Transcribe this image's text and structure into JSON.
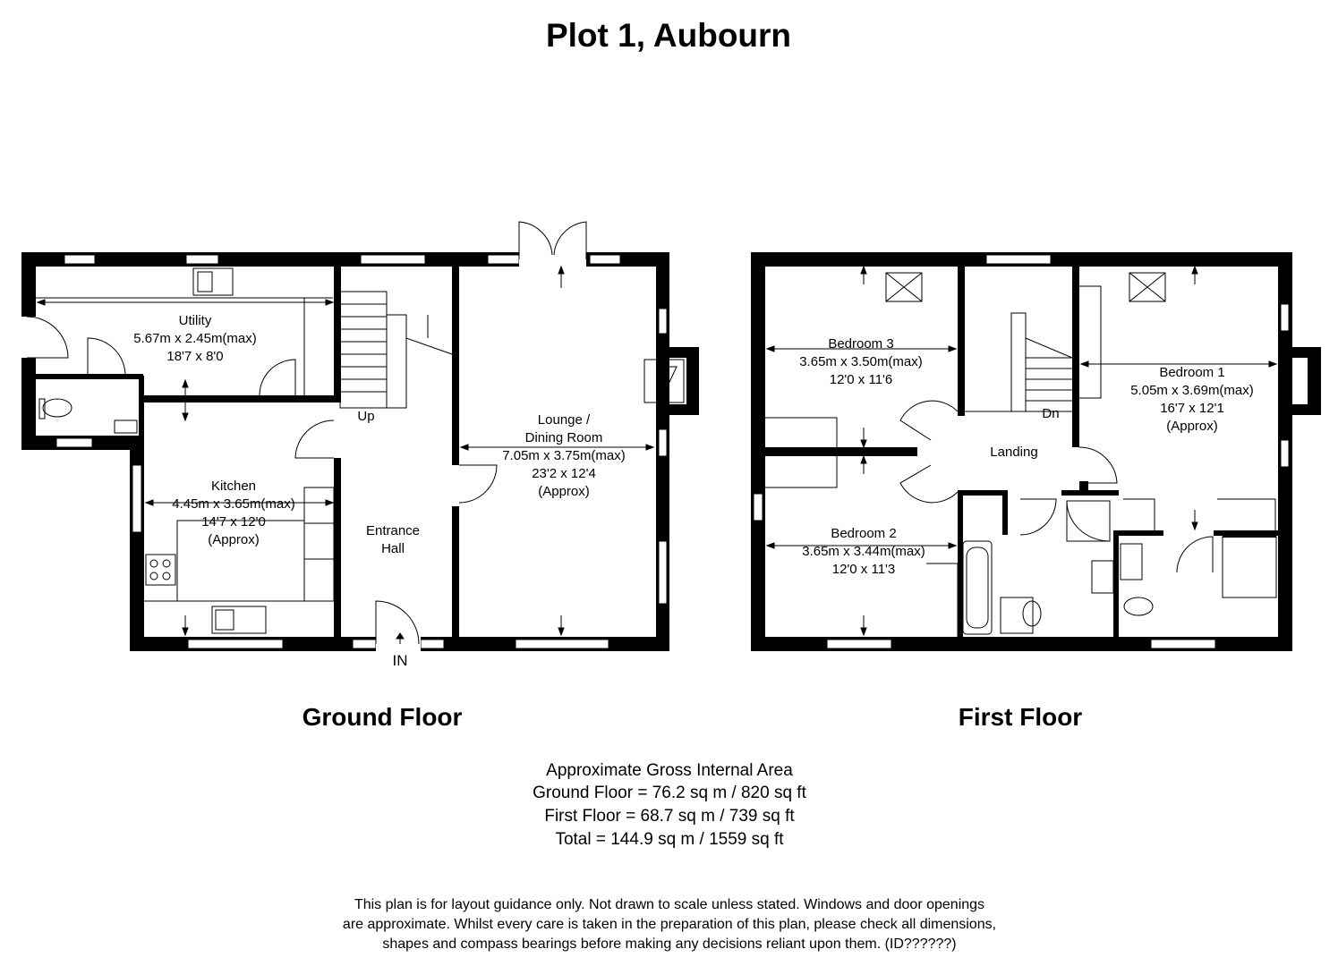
{
  "title": "Plot 1, Aubourn",
  "ground_floor": {
    "label": "Ground Floor",
    "entrance_marker": "IN",
    "stairs_label": "Up",
    "rooms": {
      "utility": {
        "name": "Utility",
        "metric": "5.67m x 2.45m(max)",
        "imperial": "18'7 x 8'0"
      },
      "kitchen": {
        "name": "Kitchen",
        "metric": "4.45m x 3.65m(max)",
        "imperial": "14'7 x 12'0",
        "note": "(Approx)"
      },
      "entrance_hall": {
        "line1": "Entrance",
        "line2": "Hall"
      },
      "lounge": {
        "line1": "Lounge /",
        "line2": "Dining Room",
        "metric": "7.05m x 3.75m(max)",
        "imperial": "23'2 x 12'4",
        "note": "(Approx)"
      }
    }
  },
  "first_floor": {
    "label": "First Floor",
    "stairs_label": "Dn",
    "rooms": {
      "bedroom3": {
        "name": "Bedroom 3",
        "metric": "3.65m x 3.50m(max)",
        "imperial": "12'0 x 11'6"
      },
      "bedroom2": {
        "name": "Bedroom 2",
        "metric": "3.65m x 3.44m(max)",
        "imperial": "12'0 x 11'3"
      },
      "landing": {
        "name": "Landing"
      },
      "bedroom1": {
        "name": "Bedroom 1",
        "metric": "5.05m x 3.69m(max)",
        "imperial": "16'7 x 12'1",
        "note": "(Approx)"
      }
    }
  },
  "area": {
    "heading": "Approximate Gross Internal Area",
    "ground": "Ground Floor = 76.2 sq m / 820 sq ft",
    "first": "First Floor = 68.7 sq m / 739 sq ft",
    "total": "Total = 144.9 sq m / 1559 sq ft"
  },
  "disclaimer": {
    "line1": "This plan is for layout guidance only. Not drawn to scale unless stated. Windows and door openings",
    "line2": "are approximate. Whilst every care is taken in the preparation of this plan, please check all dimensions,",
    "line3": "shapes and compass bearings before making any decisions reliant upon them. (ID??????)"
  }
}
